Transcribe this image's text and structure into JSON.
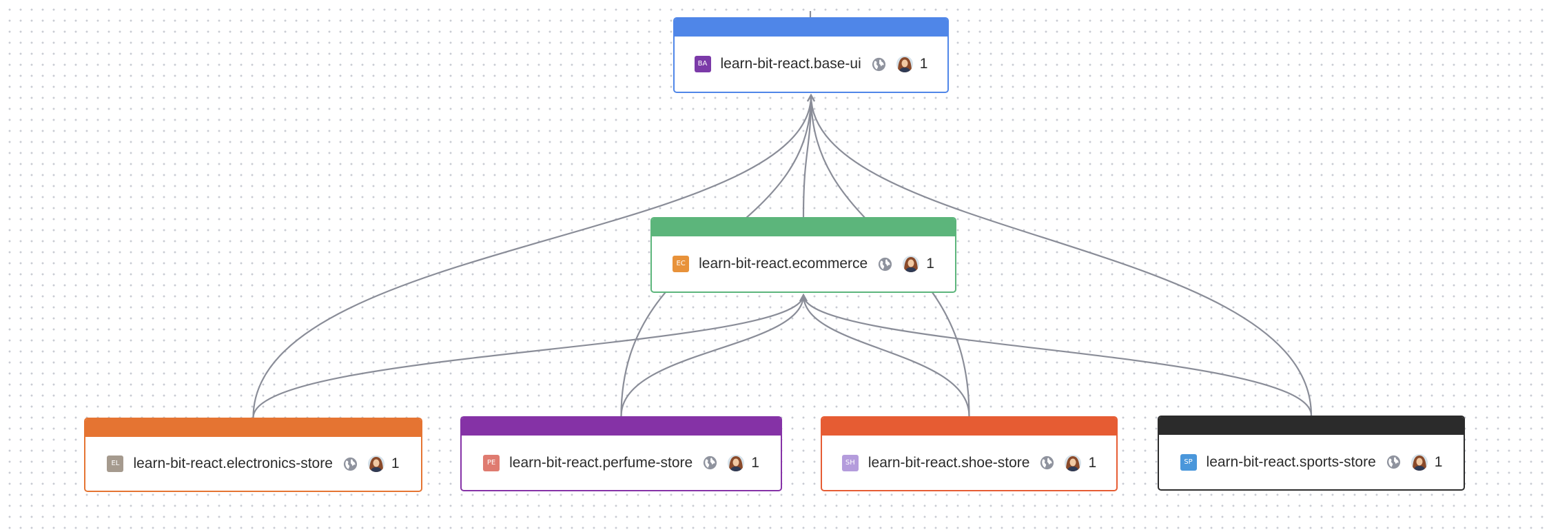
{
  "graph": {
    "nodes": [
      {
        "id": "base-ui",
        "name": "learn-bit-react.base-ui",
        "scope_badge": "BA",
        "badge_color": "#7b3aa8",
        "band_color": "#4f86e8",
        "icons": [
          "globe-icon",
          "avatar-icon"
        ],
        "count": "1"
      },
      {
        "id": "ecommerce",
        "name": "learn-bit-react.ecommerce",
        "scope_badge": "EC",
        "badge_color": "#e8923a",
        "band_color": "#5cb57b",
        "icons": [
          "globe-icon",
          "avatar-icon"
        ],
        "count": "1"
      },
      {
        "id": "electronics-store",
        "name": "learn-bit-react.electronics-store",
        "scope_badge": "EL",
        "badge_color": "#a59a8e",
        "band_color": "#e57432",
        "icons": [
          "globe-icon",
          "avatar-icon"
        ],
        "count": "1"
      },
      {
        "id": "perfume-store",
        "name": "learn-bit-react.perfume-store",
        "scope_badge": "PE",
        "badge_color": "#df7b70",
        "band_color": "#8532a6",
        "icons": [
          "globe-icon",
          "avatar-icon"
        ],
        "count": "1"
      },
      {
        "id": "shoe-store",
        "name": "learn-bit-react.shoe-store",
        "scope_badge": "SH",
        "badge_color": "#b49cdc",
        "band_color": "#e65c33",
        "icons": [
          "globe-icon",
          "avatar-icon"
        ],
        "count": "1"
      },
      {
        "id": "sports-store",
        "name": "learn-bit-react.sports-store",
        "scope_badge": "SP",
        "badge_color": "#4a97db",
        "band_color": "#2b2b2b",
        "icons": [
          "globe-icon",
          "avatar-icon"
        ],
        "count": "1"
      }
    ],
    "edges": [
      {
        "from": "ecommerce",
        "to": "base-ui"
      },
      {
        "from": "electronics-store",
        "to": "base-ui"
      },
      {
        "from": "electronics-store",
        "to": "ecommerce"
      },
      {
        "from": "perfume-store",
        "to": "base-ui"
      },
      {
        "from": "perfume-store",
        "to": "ecommerce"
      },
      {
        "from": "shoe-store",
        "to": "base-ui"
      },
      {
        "from": "shoe-store",
        "to": "ecommerce"
      },
      {
        "from": "sports-store",
        "to": "base-ui"
      },
      {
        "from": "sports-store",
        "to": "ecommerce"
      }
    ],
    "edge_color": "#8a8d98"
  }
}
